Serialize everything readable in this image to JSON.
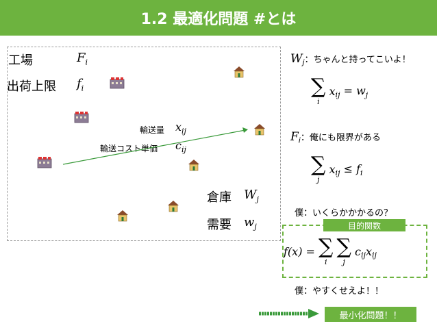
{
  "title": "1.2 最適化問題 #とは",
  "legend": {
    "factory_label": "工場",
    "factory_symbol": "F",
    "factory_sub": "i",
    "capacity_label": "出荷上限",
    "capacity_symbol": "f",
    "capacity_sub": "i",
    "warehouse_label": "倉庫",
    "warehouse_symbol": "W",
    "warehouse_sub": "j",
    "demand_label": "需要",
    "demand_symbol": "w",
    "demand_sub": "j",
    "transport_qty_label": "輸送量",
    "transport_qty_symbol": "x",
    "transport_qty_sub": "ij",
    "transport_cost_label": "輸送コスト単価",
    "transport_cost_symbol": "c",
    "transport_cost_sub": "ij"
  },
  "constraints": {
    "demand_note_symbol": "W",
    "demand_note_sub": "j",
    "demand_note_text": "：ちゃんと持ってこいよ！",
    "demand_eq_sum_sub": "i",
    "demand_eq_var": "x",
    "demand_eq_var_sub": "ij",
    "demand_eq_op": "=",
    "demand_eq_rhs": "w",
    "demand_eq_rhs_sub": "j",
    "supply_note_symbol": "F",
    "supply_note_sub": "i",
    "supply_note_text": "：俺にも限界がある",
    "supply_eq_sum_sub": "j",
    "supply_eq_var": "x",
    "supply_eq_var_sub": "ij",
    "supply_eq_op": "≤",
    "supply_eq_rhs": "f",
    "supply_eq_rhs_sub": "i"
  },
  "objective": {
    "question": "僕：いくらかかかるの？",
    "label": "目的関数",
    "lhs": "f(x) =",
    "sum1_sub": "i",
    "sum2_sub": "j",
    "term_c": "c",
    "term_c_sub": "ij",
    "term_x": "x",
    "term_x_sub": "ij",
    "answer": "僕：やすくせえよ！！",
    "conclusion": "最小化問題！！"
  },
  "colors": {
    "accent": "#6db33f",
    "arrow_line": "#3a9a3a",
    "factory_icon": "#8c7c95",
    "house_icon": "#e9c46a"
  },
  "icons": [
    "factory-icon",
    "house-icon",
    "arrow-right-icon",
    "sigma-icon"
  ]
}
